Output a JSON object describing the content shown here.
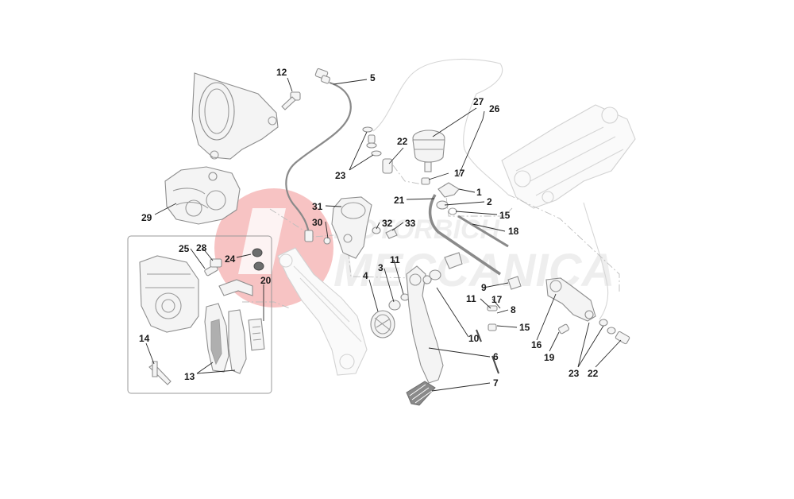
{
  "watermark": {
    "line1": "MOTORBICH",
    "line2": "MECCANICA",
    "color": "#e43a3a"
  },
  "callouts": [
    "1",
    "2",
    "3",
    "4",
    "5",
    "6",
    "7",
    "8",
    "9",
    "10",
    "11",
    "11",
    "12",
    "13",
    "14",
    "15",
    "15",
    "16",
    "17",
    "17",
    "18",
    "19",
    "20",
    "21",
    "22",
    "22",
    "23",
    "23",
    "24",
    "25",
    "26",
    "27",
    "28",
    "29",
    "30",
    "31",
    "32",
    "33"
  ]
}
